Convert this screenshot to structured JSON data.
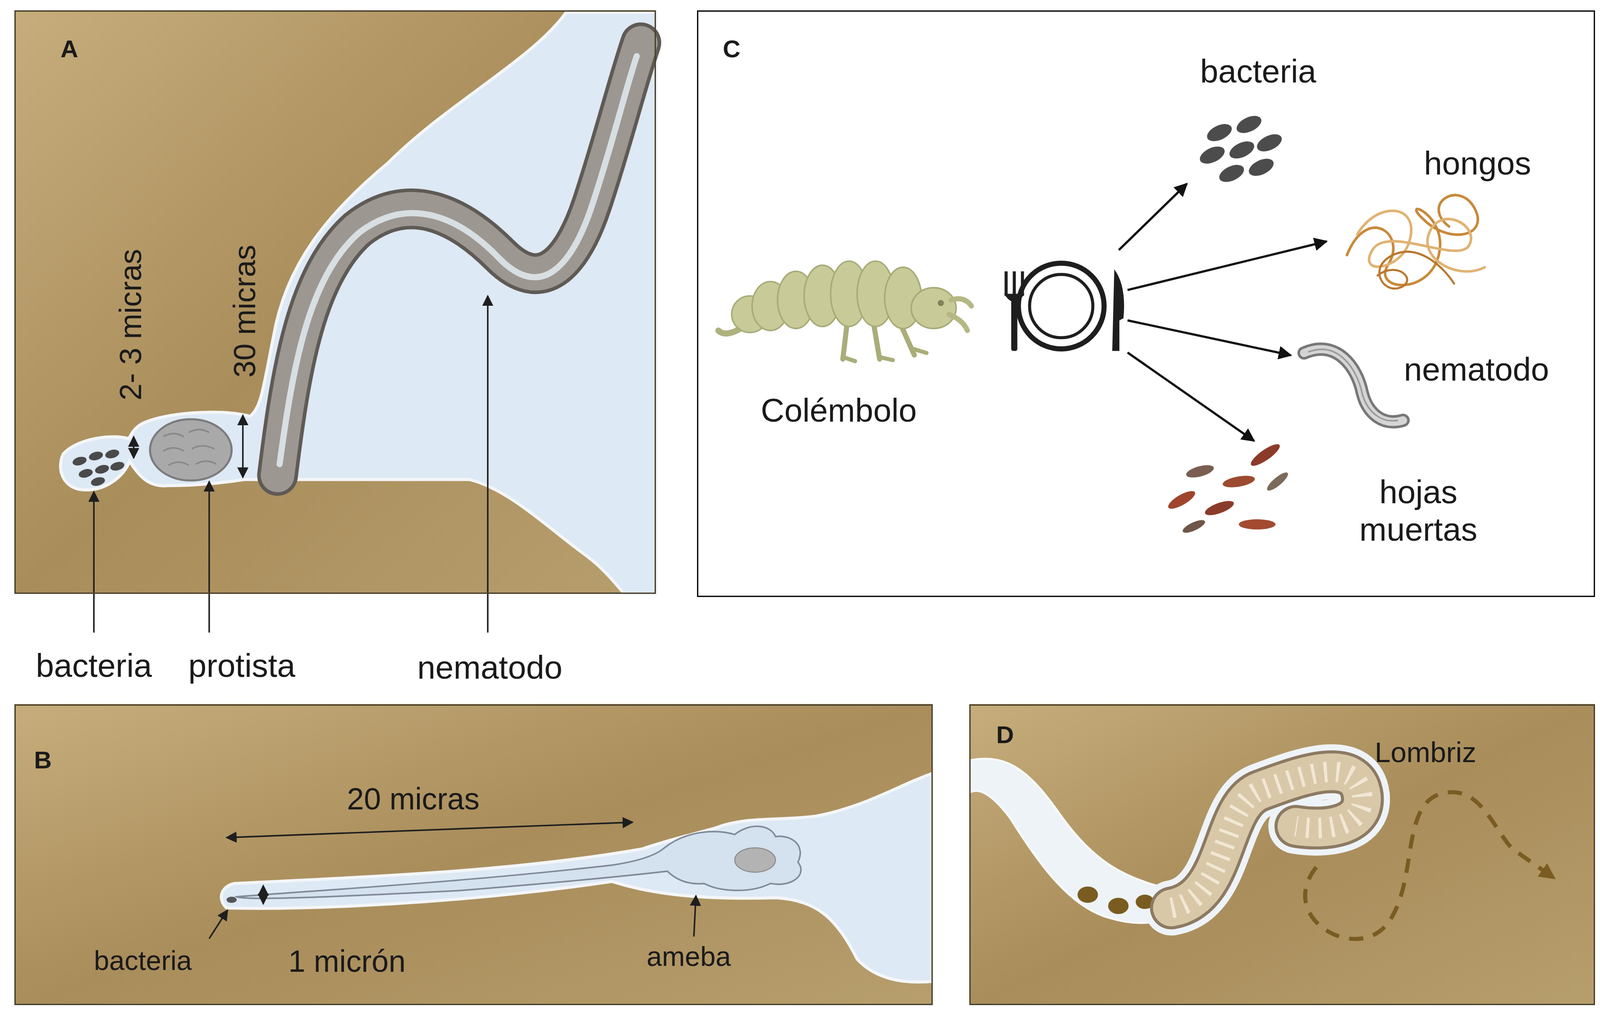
{
  "diagram": {
    "nodes": [
      {
        "text": [
          "A"
        ]
      },
      {
        "text": [
          "C"
        ]
      },
      {
        "text": [
          "Colémbolo"
        ],
        "in": 1
      },
      {
        "text": [
          "bacteria"
        ],
        "in": 1
      },
      {
        "text": [
          "hongos"
        ],
        "in": 1
      },
      {
        "text": [
          "nematodo"
        ],
        "in": 1
      },
      {
        "text": [
          "hojas muertas"
        ],
        "in": 1
      },
      {
        "text": [
          "B"
        ]
      },
      {
        "text": [
          "D"
        ]
      }
    ],
    "edges": [
      {
        "from": 2,
        "to": 3,
        "arrow": "to"
      },
      {
        "from": 2,
        "to": 4,
        "arrow": "to"
      },
      {
        "from": 2,
        "to": 5,
        "arrow": "to"
      },
      {
        "from": 2,
        "to": 6,
        "arrow": "to"
      }
    ],
    "labels": [
      "2- 3 micras",
      "30 micras",
      "bacteria",
      "protista",
      "nematodo",
      "20 micras",
      "bacteria",
      "1 micrón",
      "ameba",
      "Lombriz"
    ]
  }
}
